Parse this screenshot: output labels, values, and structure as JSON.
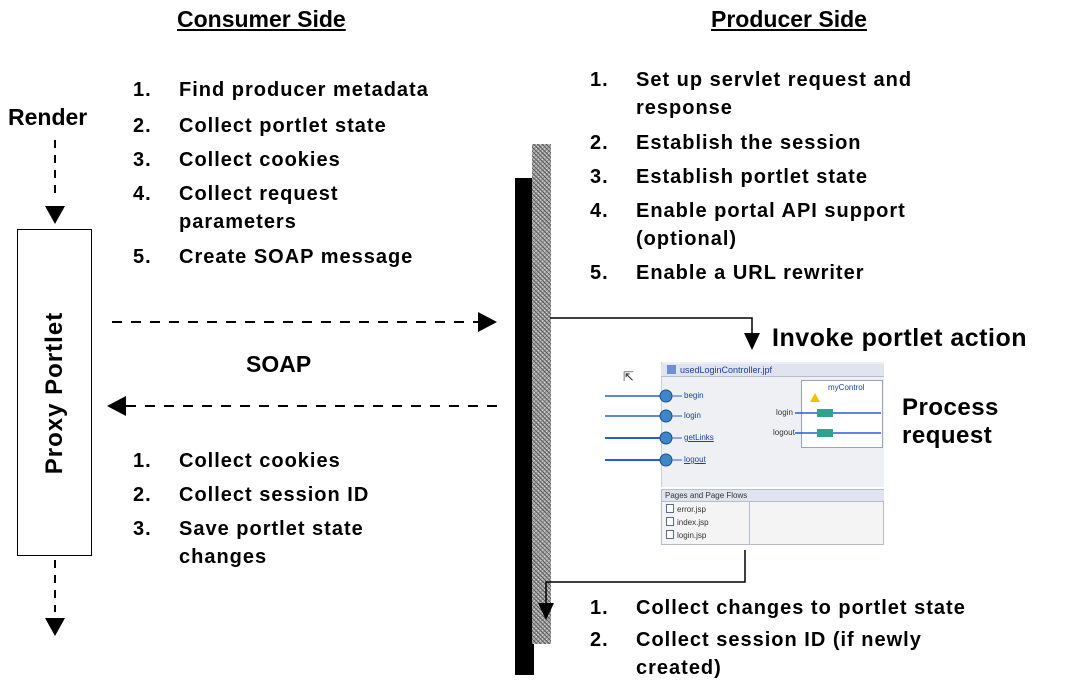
{
  "headings": {
    "consumer": "Consumer Side",
    "producer": "Producer Side"
  },
  "render_label": "Render",
  "proxy_label": "Proxy Portlet",
  "soap_label": "SOAP",
  "consumer_steps": [
    {
      "num": "1.",
      "text": "Find producer metadata"
    },
    {
      "num": "2.",
      "text": "Collect portlet state"
    },
    {
      "num": "3.",
      "text": "Collect cookies"
    },
    {
      "num": "4.",
      "text": "Collect request parameters"
    },
    {
      "num": "5.",
      "text": "Create SOAP message"
    }
  ],
  "consumer_response_steps": [
    {
      "num": "1.",
      "text": "Collect cookies"
    },
    {
      "num": "2.",
      "text": "Collect session ID"
    },
    {
      "num": "3.",
      "text": "Save portlet state changes"
    }
  ],
  "producer_steps": [
    {
      "num": "1.",
      "text": "Set up servlet request and response"
    },
    {
      "num": "2.",
      "text": "Establish the session"
    },
    {
      "num": "3.",
      "text": "Establish portlet state"
    },
    {
      "num": "4.",
      "text": "Enable portal API support (optional)"
    },
    {
      "num": "5.",
      "text": "Enable a URL rewriter"
    }
  ],
  "producer_response_steps": [
    {
      "num": "1.",
      "text": "Collect changes to portlet state"
    },
    {
      "num": "2.",
      "text": "Collect session ID (if newly created)"
    }
  ],
  "invoke_label": "Invoke portlet action",
  "process_label": "Process request",
  "screenshot": {
    "file_title": "usedLoginController.jpf",
    "control_title": "myControl",
    "nodes_left": [
      "begin",
      "login",
      "getLinks",
      "logout"
    ],
    "nodes_right": [
      "login",
      "logout"
    ],
    "pages_title": "Pages and Page Flows",
    "pages": [
      "error.jsp",
      "index.jsp",
      "login.jsp"
    ]
  },
  "colors": {
    "arrow": "#000000",
    "flow_line": "#2a5bd7",
    "node_fill": "#3d86c8",
    "connector": "#2fa38e"
  }
}
